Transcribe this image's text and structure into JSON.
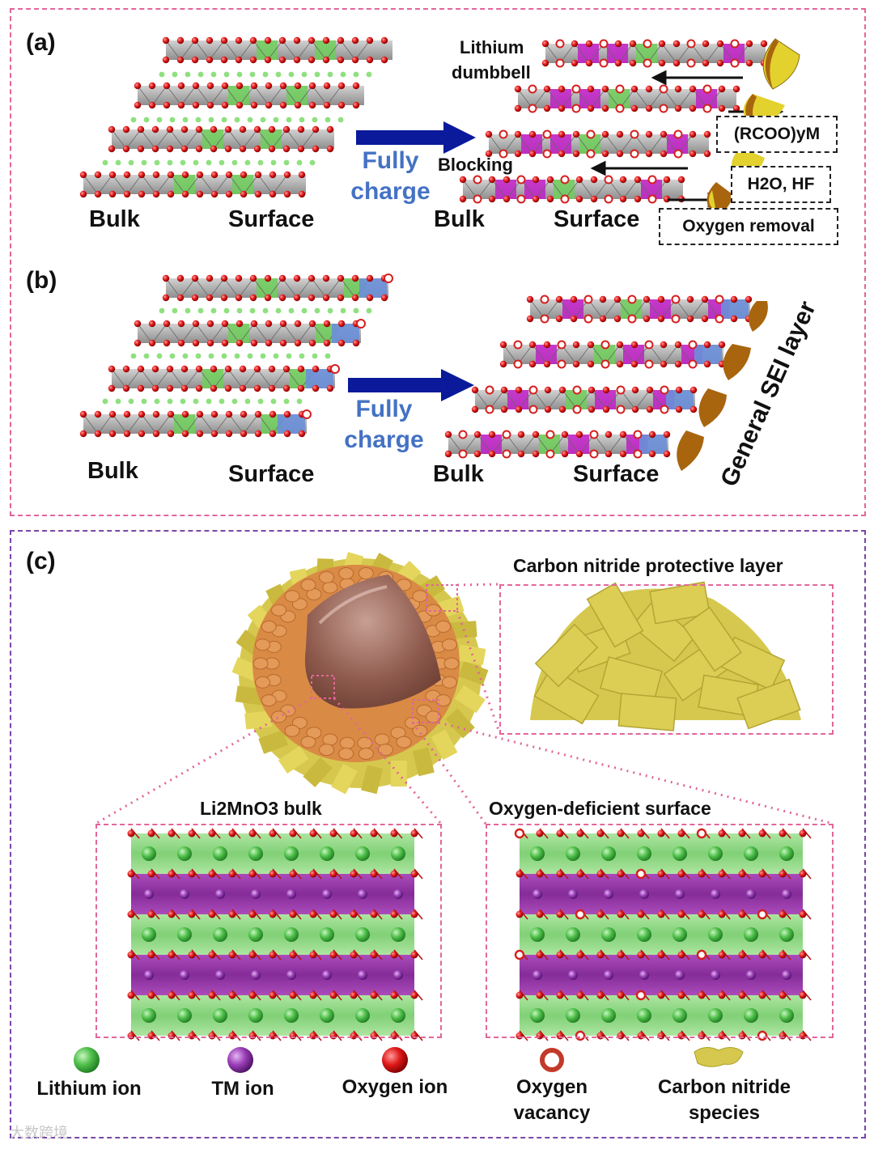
{
  "panel_a": {
    "label": "(a)",
    "bulk_left": "Bulk",
    "surface_left": "Surface",
    "arrow_text_1": "Fully",
    "arrow_text_2": "charge",
    "lithium_dumbbell_1": "Lithium",
    "lithium_dumbbell_2": "dumbbell",
    "blocking": "Blocking",
    "bulk_right": "Bulk",
    "surface_right": "Surface",
    "box_rcoo": "(RCOO)yM",
    "box_h2o": "H2O, HF",
    "box_oxygen": "Oxygen removal"
  },
  "panel_b": {
    "label": "(b)",
    "bulk_left": "Bulk",
    "surface_left": "Surface",
    "arrow_text_1": "Fully",
    "arrow_text_2": "charge",
    "bulk_right": "Bulk",
    "surface_right": "Surface",
    "sei": "General SEI layer"
  },
  "panel_c": {
    "label": "(c)",
    "protective_title": "Carbon nitride protective layer",
    "bulk_title": "Li2MnO3 bulk",
    "surface_title": "Oxygen-deficient surface"
  },
  "legend": {
    "lithium": "Lithium ion",
    "tm": "TM ion",
    "oxygen": "Oxygen ion",
    "vacancy_1": "Oxygen",
    "vacancy_2": "vacancy",
    "cn_1": "Carbon nitride",
    "cn_2": "species"
  },
  "colors": {
    "lithium": "#5cc85a",
    "tm": "#8e3aa6",
    "oxygen": "#d51f1f",
    "magenta": "#c21ec8",
    "blue_slab": "#6a8fd8",
    "carbon_nitride": "#d6c84f",
    "core": "#9a6a5a",
    "shell": "#d98a45",
    "arrow": "#0a1a9a",
    "panel_ab_border": "#e2669a",
    "panel_c_border": "#7a46a6"
  },
  "watermark": "大数跨境"
}
